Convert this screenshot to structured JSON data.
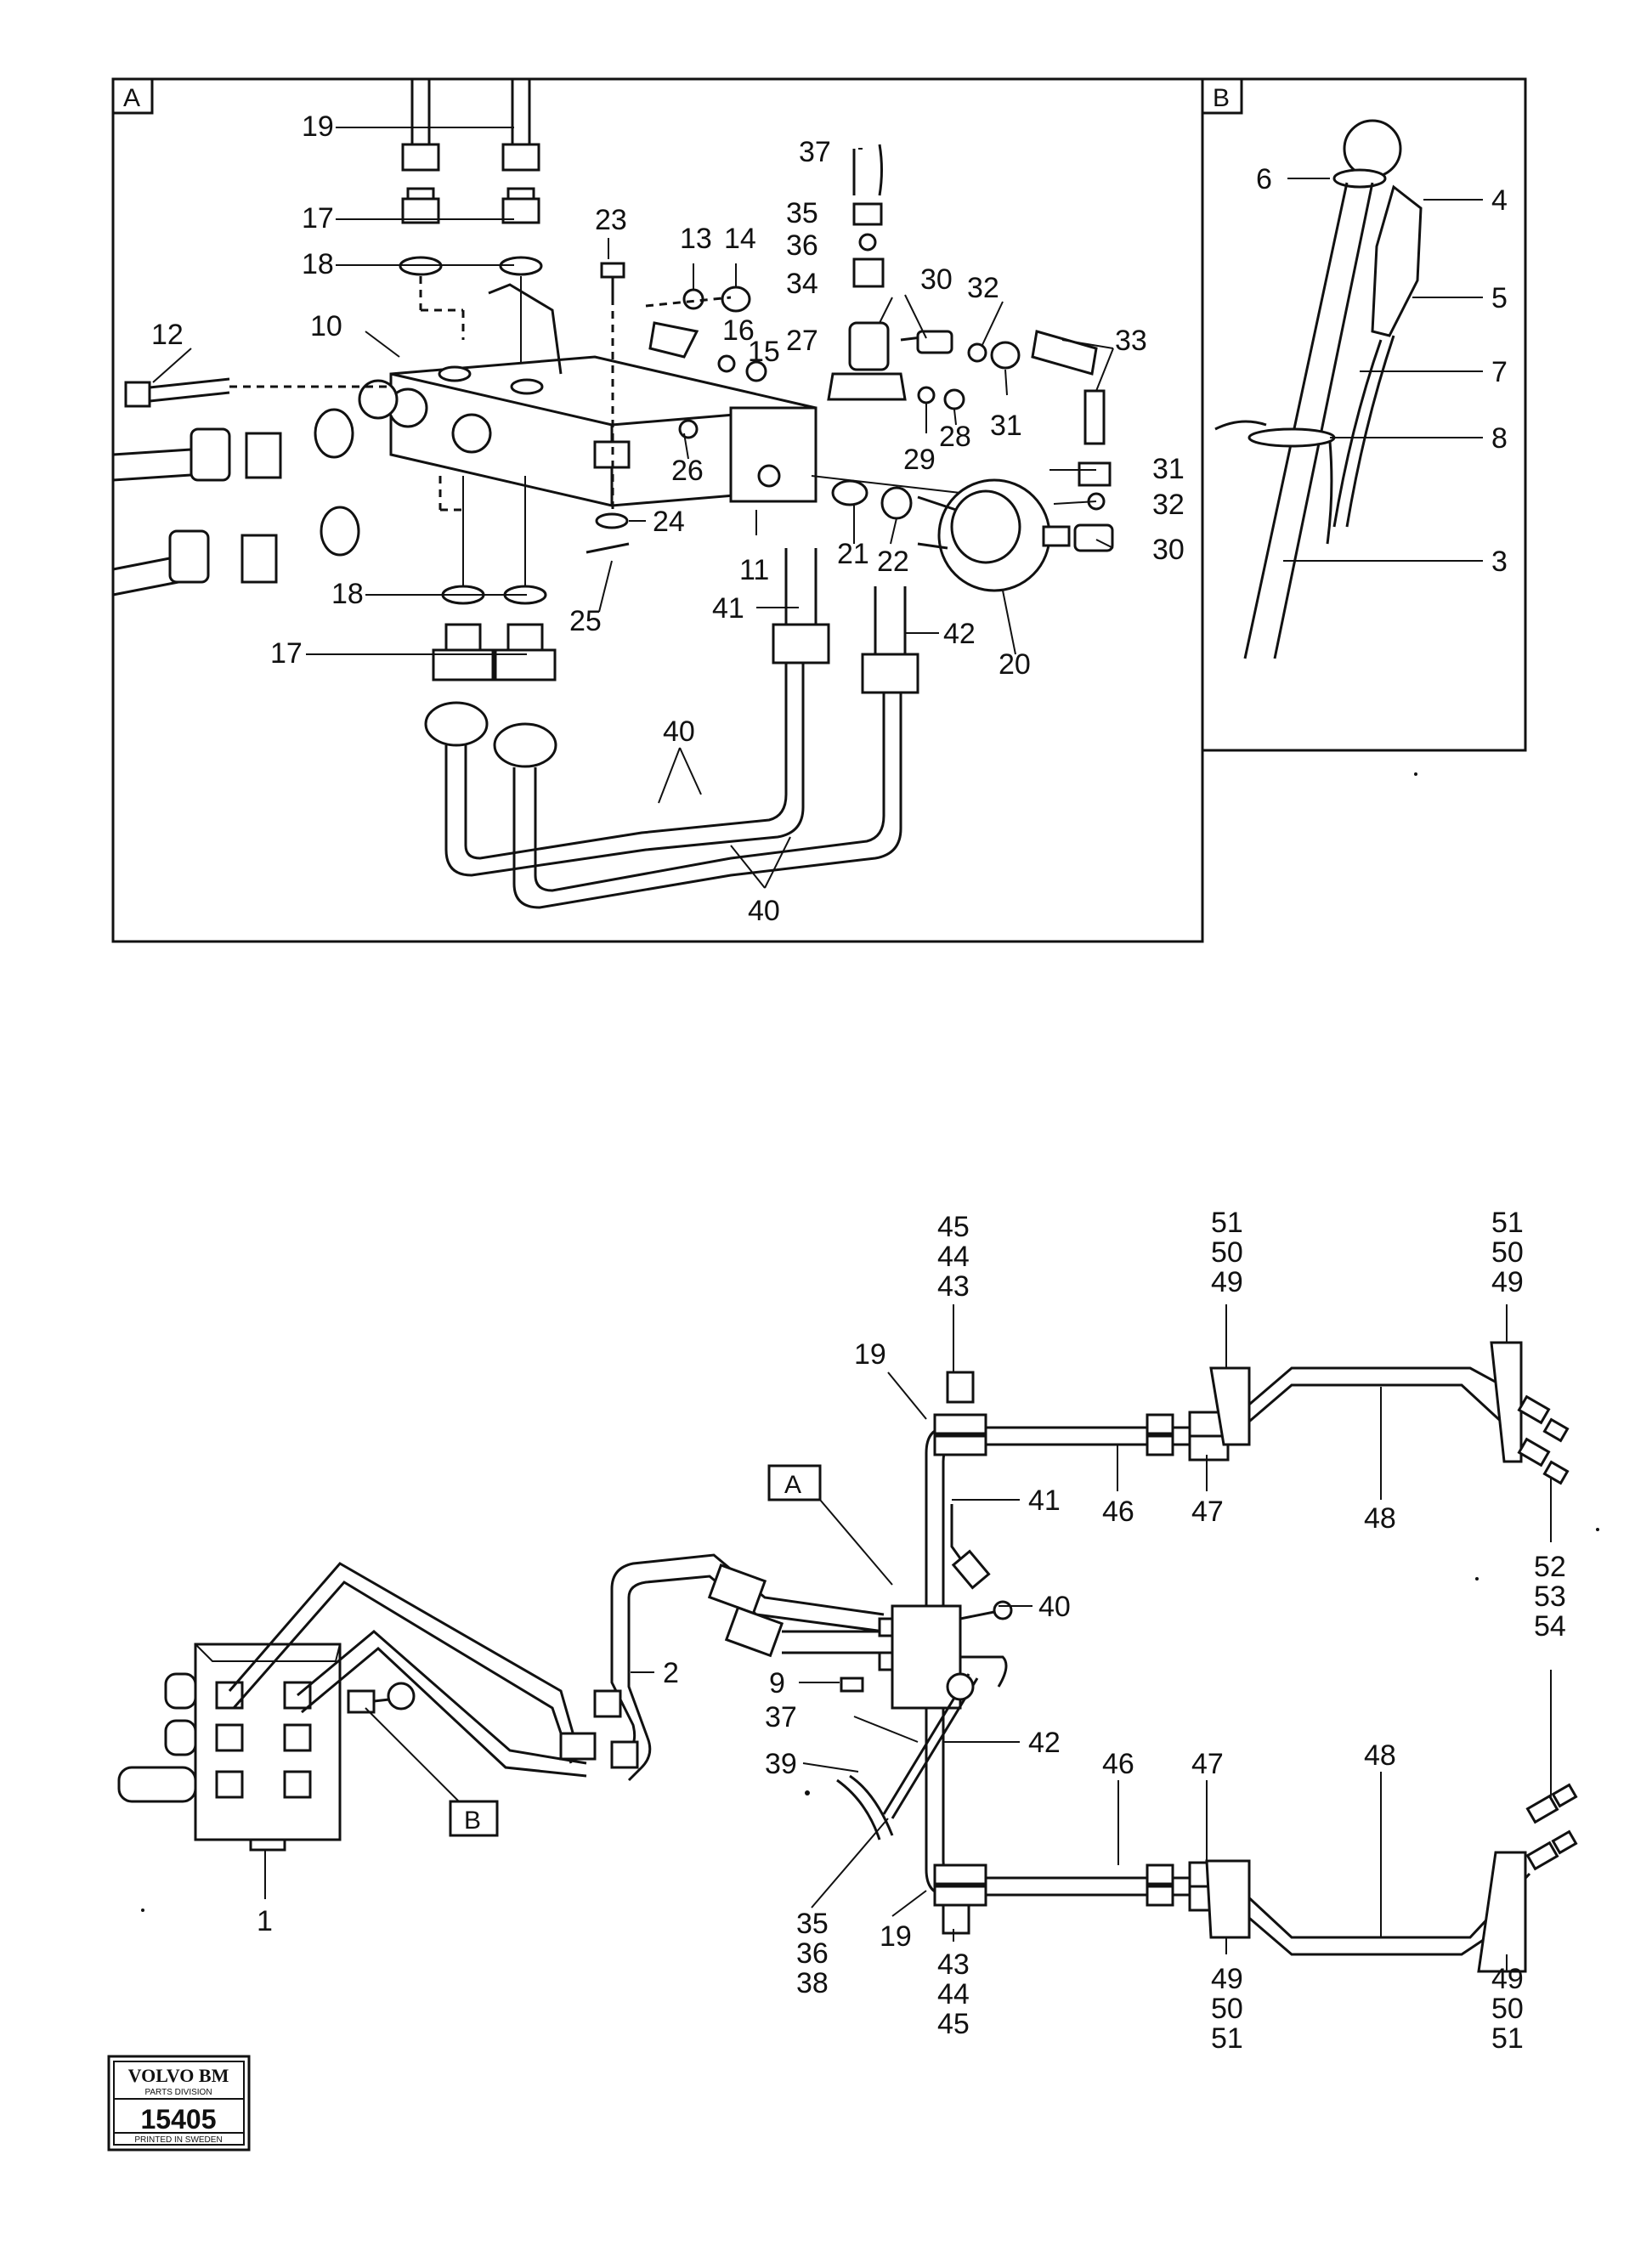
{
  "panels": {
    "a_label": "A",
    "b_label": "B"
  },
  "callouts": {
    "A19": "19",
    "A17t": "17",
    "A18t": "18",
    "A12": "12",
    "A10": "10",
    "A23": "23",
    "A13": "13",
    "A14": "14",
    "A16": "16",
    "A15": "15",
    "A37": "37",
    "A35": "35",
    "A36": "36",
    "A34": "34",
    "A27": "27",
    "A30t": "30",
    "A32t": "32",
    "A33": "33",
    "A31t": "31",
    "A32b": "32",
    "A31b": "31",
    "A30b": "30",
    "A29": "29",
    "A28": "28",
    "A26": "26",
    "A24": "24",
    "A25": "25",
    "A11": "11",
    "A21": "21",
    "A22": "22",
    "A20": "20",
    "A41": "41",
    "A42": "42",
    "A18b": "18",
    "A17b": "17",
    "A40t": "40",
    "A40b": "40",
    "B6": "6",
    "B4": "4",
    "B5": "5",
    "B7": "7",
    "B8": "8",
    "B3": "3",
    "M45a": "45",
    "M44a": "44",
    "M43a": "43",
    "M51a": "51",
    "M50a": "50",
    "M49a": "49",
    "M51b": "51",
    "M50b": "50",
    "M49b": "49",
    "M19a": "19",
    "M41": "41",
    "M46a": "46",
    "M47a": "47",
    "M48a": "48",
    "M52": "52",
    "M53": "53",
    "M54": "54",
    "M40": "40",
    "M2": "2",
    "M9": "9",
    "M37": "37",
    "M39": "39",
    "M42": "42",
    "M46b": "46",
    "M47b": "47",
    "M48b": "48",
    "M35": "35",
    "M36": "36",
    "M38": "38",
    "M19b": "19",
    "M43b": "43",
    "M44b": "44",
    "M45b": "45",
    "M49c": "49",
    "M50c": "50",
    "M51c": "51",
    "M49d": "49",
    "M50d": "50",
    "M51d": "51",
    "M1": "1",
    "refA": "A",
    "refB": "B"
  },
  "stamp": {
    "brand": "VOLVO BM",
    "division": "PARTS DIVISION",
    "number": "15405",
    "printed": "PRINTED IN SWEDEN"
  }
}
